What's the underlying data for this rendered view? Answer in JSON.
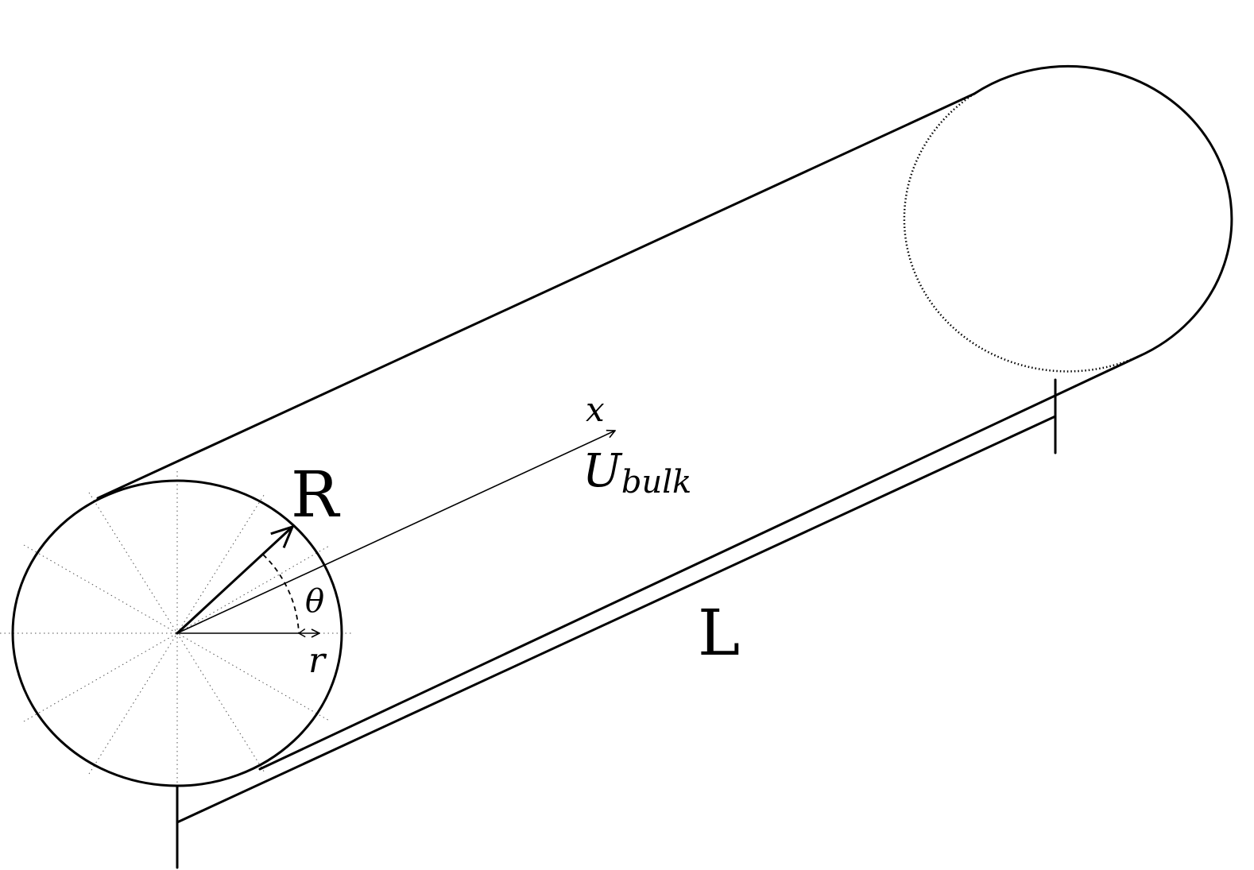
{
  "labels": {
    "radius": "R",
    "length": "L",
    "axial": "x",
    "bulk_velocity_main": "U",
    "bulk_velocity_sub": "bulk",
    "angle": "θ",
    "radial": "r"
  }
}
